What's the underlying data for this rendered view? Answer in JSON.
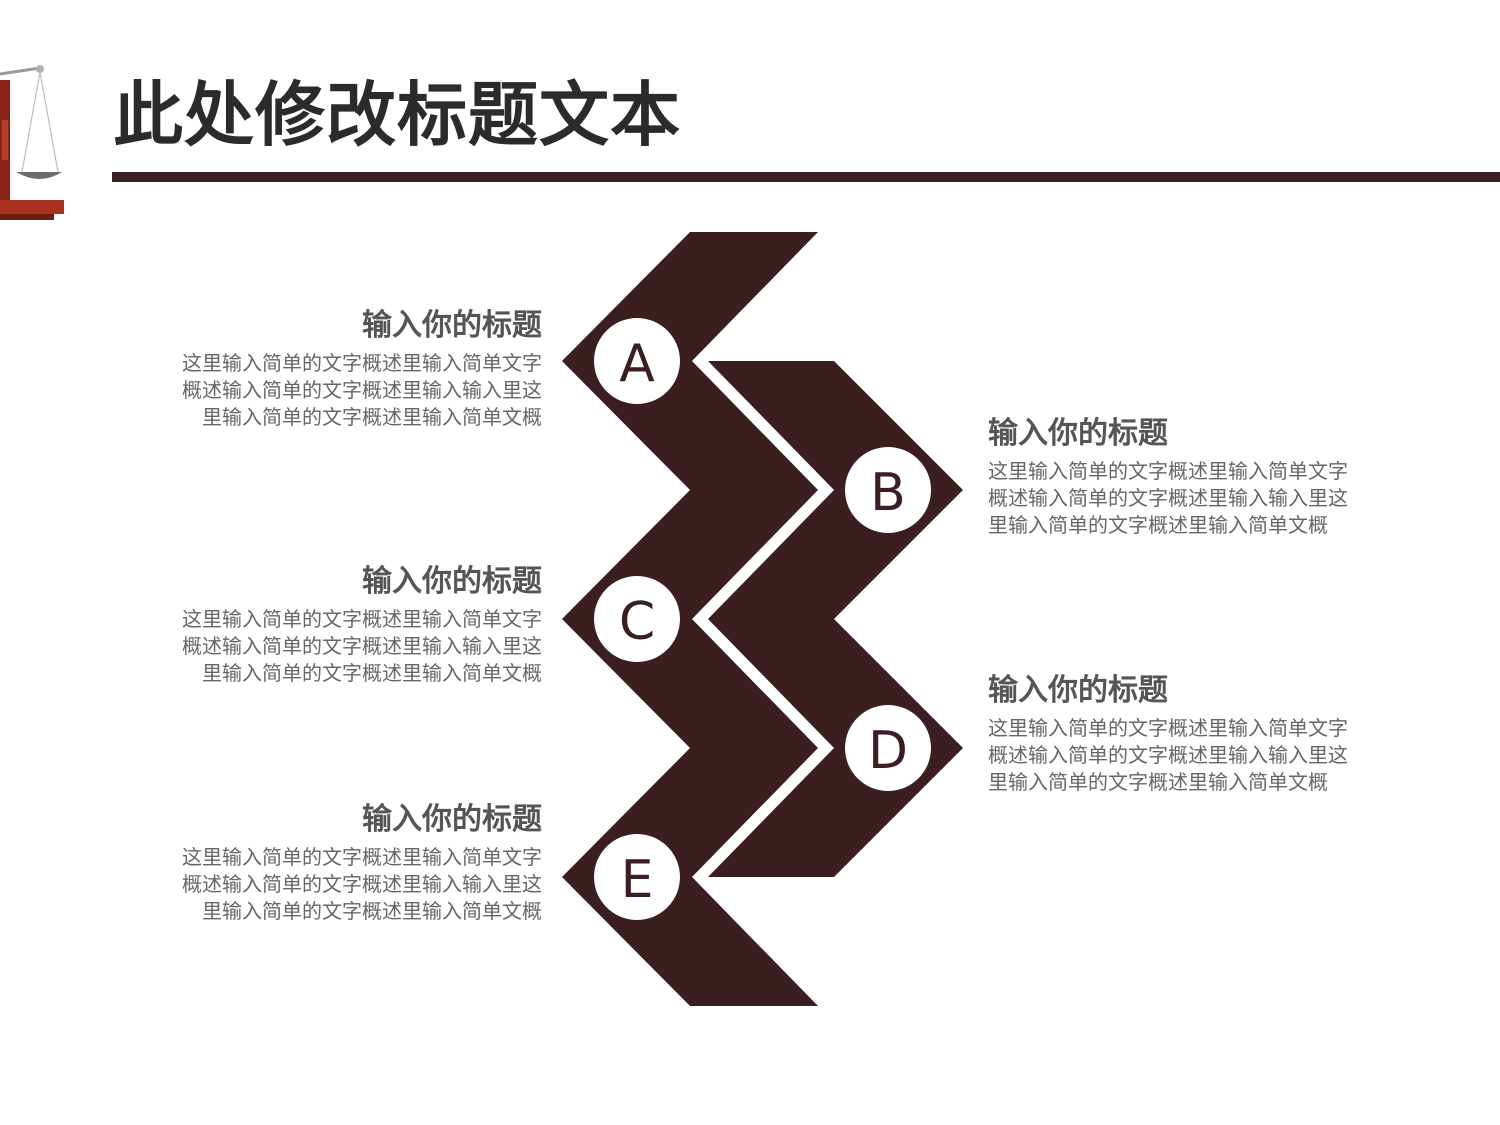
{
  "slide": {
    "title": "此处修改标题文本"
  },
  "colors": {
    "accent": "#3a1e20",
    "rule": "#3a2224",
    "circle": "#ffffff",
    "title_text": "#2b2b2b",
    "body_text": "#666666"
  },
  "logo": {
    "icon": "scales-of-justice-icon"
  },
  "steps": [
    {
      "letter": "A",
      "title": "输入你的标题",
      "lines": [
        "这里输入简单的文字概述里输入简单文字",
        "概述输入简单的文字概述里输入输入里这",
        "里输入简单的文字概述里输入简单文概"
      ]
    },
    {
      "letter": "B",
      "title": "输入你的标题",
      "lines": [
        "这里输入简单的文字概述里输入简单文字",
        "概述输入简单的文字概述里输入输入里这",
        "里输入简单的文字概述里输入简单文概"
      ]
    },
    {
      "letter": "C",
      "title": "输入你的标题",
      "lines": [
        "这里输入简单的文字概述里输入简单文字",
        "概述输入简单的文字概述里输入输入里这",
        "里输入简单的文字概述里输入简单文概"
      ]
    },
    {
      "letter": "D",
      "title": "输入你的标题",
      "lines": [
        "这里输入简单的文字概述里输入简单文字",
        "概述输入简单的文字概述里输入输入里这",
        "里输入简单的文字概述里输入简单文概"
      ]
    },
    {
      "letter": "E",
      "title": "输入你的标题",
      "lines": [
        "这里输入简单的文字概述里输入简单文字",
        "概述输入简单的文字概述里输入输入里这",
        "里输入简单的文字概述里输入简单文概"
      ]
    }
  ]
}
